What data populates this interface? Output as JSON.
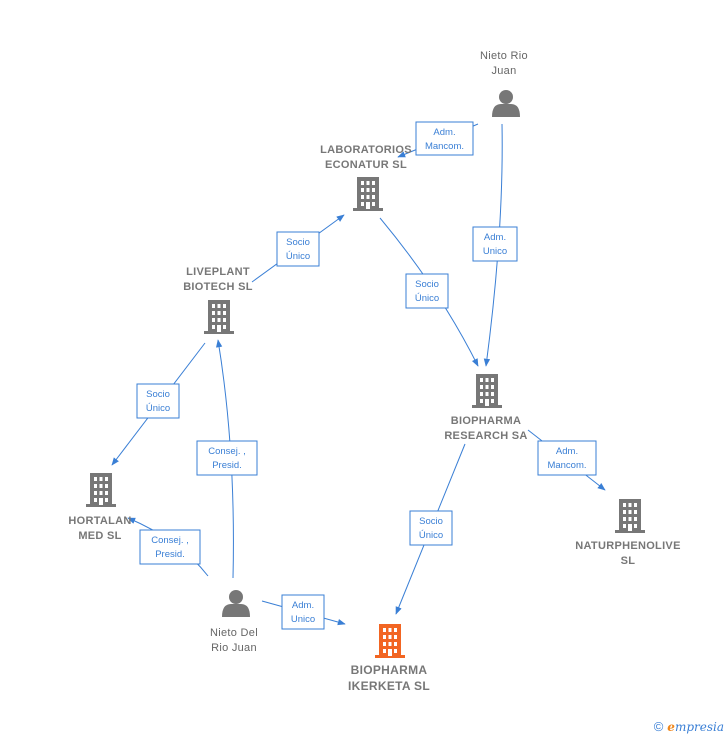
{
  "colors": {
    "edge": "#3a7fd5",
    "node": "#777777",
    "focus": "#f26522"
  },
  "nodes": {
    "nieto_rio_juan": {
      "label": [
        "Nieto Rio",
        "Juan"
      ],
      "icon": "person-icon"
    },
    "laboratorios": {
      "label": [
        "LABORATORIOS",
        "ECONATUR SL"
      ],
      "icon": "building-icon"
    },
    "liveplant": {
      "label": [
        "LIVEPLANT",
        "BIOTECH  SL"
      ],
      "icon": "building-icon"
    },
    "hortalan": {
      "label": [
        "HORTALAN",
        "MED  SL"
      ],
      "icon": "building-icon"
    },
    "biopharma_research": {
      "label": [
        "BIOPHARMA",
        "RESEARCH SA"
      ],
      "icon": "building-icon"
    },
    "naturpholive": {
      "label": [
        "NATURPHENOLIVE",
        "SL"
      ],
      "icon": "building-icon"
    },
    "nieto_del_rio_juan": {
      "label": [
        "Nieto Del",
        "Rio Juan"
      ],
      "icon": "person-icon"
    },
    "biopharma_ikerketa": {
      "label": [
        "BIOPHARMA",
        "IKERKETA  SL"
      ],
      "icon": "building-icon"
    }
  },
  "edges": {
    "e1": [
      "Adm.",
      "Mancom."
    ],
    "e2": [
      "Adm.",
      "Unico"
    ],
    "e3": [
      "Socio",
      "Único"
    ],
    "e4": [
      "Socio",
      "Único"
    ],
    "e5": [
      "Socio",
      "Único"
    ],
    "e6": [
      "Consej. ,",
      "Presid."
    ],
    "e7": [
      "Consej. ,",
      "Presid."
    ],
    "e8": [
      "Adm.",
      "Unico"
    ],
    "e9": [
      "Socio",
      "Único"
    ],
    "e10": [
      "Adm.",
      "Mancom."
    ]
  },
  "footer": {
    "copyright": "©",
    "brand_first": "e",
    "brand_rest": "mpresia"
  }
}
